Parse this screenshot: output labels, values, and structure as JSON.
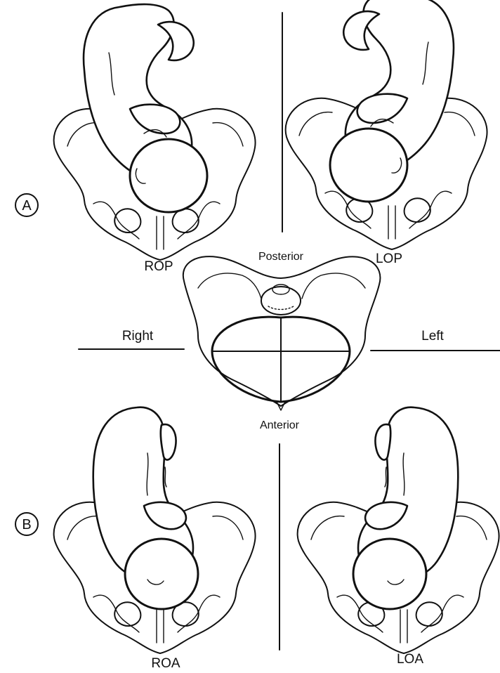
{
  "panels": {
    "a_marker": "A",
    "b_marker": "B"
  },
  "positions": {
    "rop": "ROP",
    "lop": "LOP",
    "roa": "ROA",
    "loa": "LOA"
  },
  "orientation": {
    "posterior": "Posterior",
    "anterior": "Anterior",
    "right": "Right",
    "left": "Left"
  }
}
